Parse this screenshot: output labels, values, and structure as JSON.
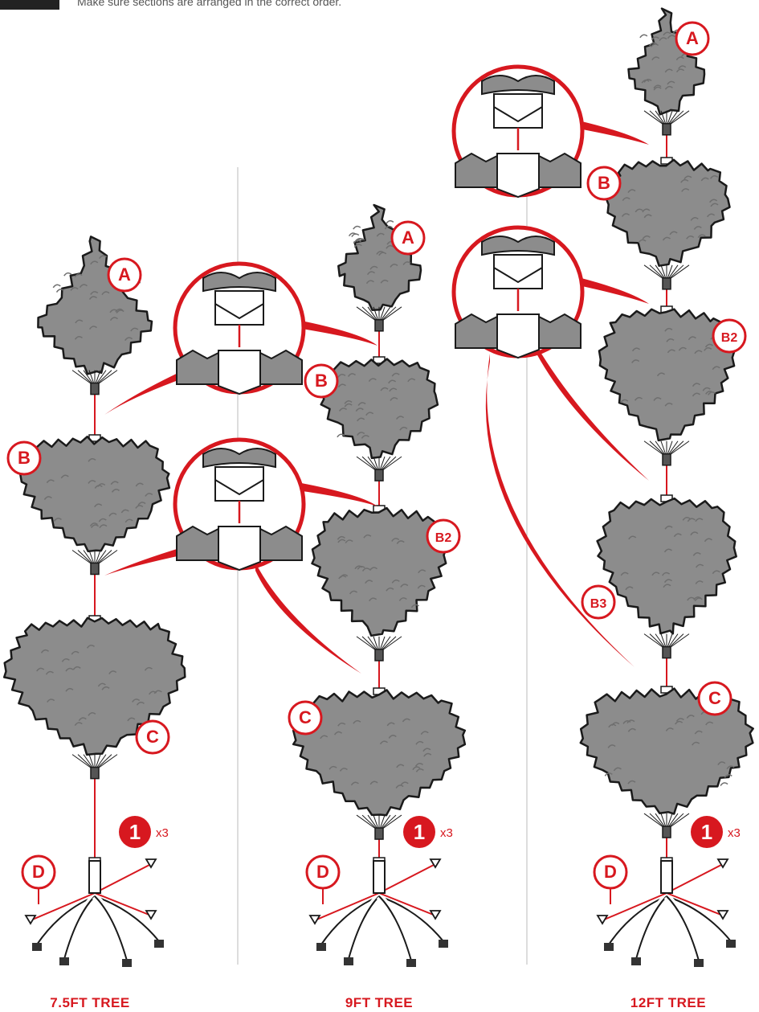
{
  "header": {
    "instruction": "Make sure sections are arranged in the correct order."
  },
  "colors": {
    "accent": "#d7181f",
    "foliage": "#8c8c8c",
    "outline": "#1a1a1a",
    "divider": "#bbbbbb"
  },
  "icons": {
    "step_badge": "numbered-circle-icon",
    "bolt": "thumb-screw-icon",
    "detail": "magnifier-detail-circle"
  },
  "columns": [
    {
      "title": "7.5FT TREE",
      "step_number": "1",
      "step_count": "x3",
      "sections": [
        "A",
        "B",
        "C"
      ],
      "stand_label": "D"
    },
    {
      "title": "9FT TREE",
      "step_number": "1",
      "step_count": "x3",
      "sections": [
        "A",
        "B",
        "B2",
        "C"
      ],
      "stand_label": "D"
    },
    {
      "title": "12FT TREE",
      "step_number": "1",
      "step_count": "x3",
      "sections": [
        "A",
        "B",
        "B2",
        "B3",
        "C"
      ],
      "stand_label": "D"
    }
  ]
}
